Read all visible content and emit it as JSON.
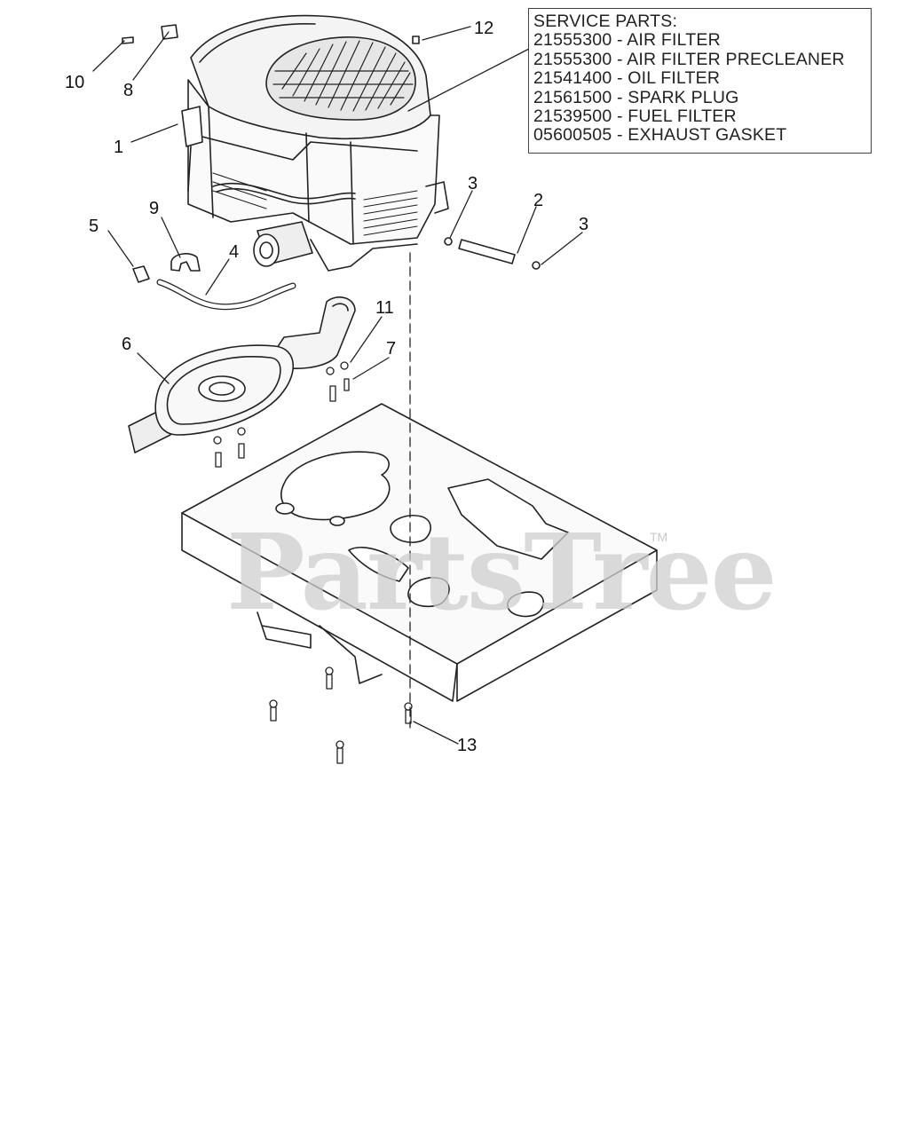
{
  "service_parts": {
    "heading": "SERVICE PARTS:",
    "items": [
      "21555300 - AIR FILTER",
      "21555300 - AIR FILTER PRECLEANER",
      "21541400 - OIL FILTER",
      "21561500 - SPARK PLUG",
      "21539500 - FUEL FILTER",
      "05600505 - EXHAUST GASKET"
    ]
  },
  "callouts": {
    "c1": "1",
    "c2": "2",
    "c3a": "3",
    "c3b": "3",
    "c4": "4",
    "c5": "5",
    "c6": "6",
    "c7": "7",
    "c8": "8",
    "c9": "9",
    "c10": "10",
    "c11": "11",
    "c12": "12",
    "c13": "13"
  },
  "watermark": {
    "text": "PartsTree",
    "tm": "TM"
  }
}
